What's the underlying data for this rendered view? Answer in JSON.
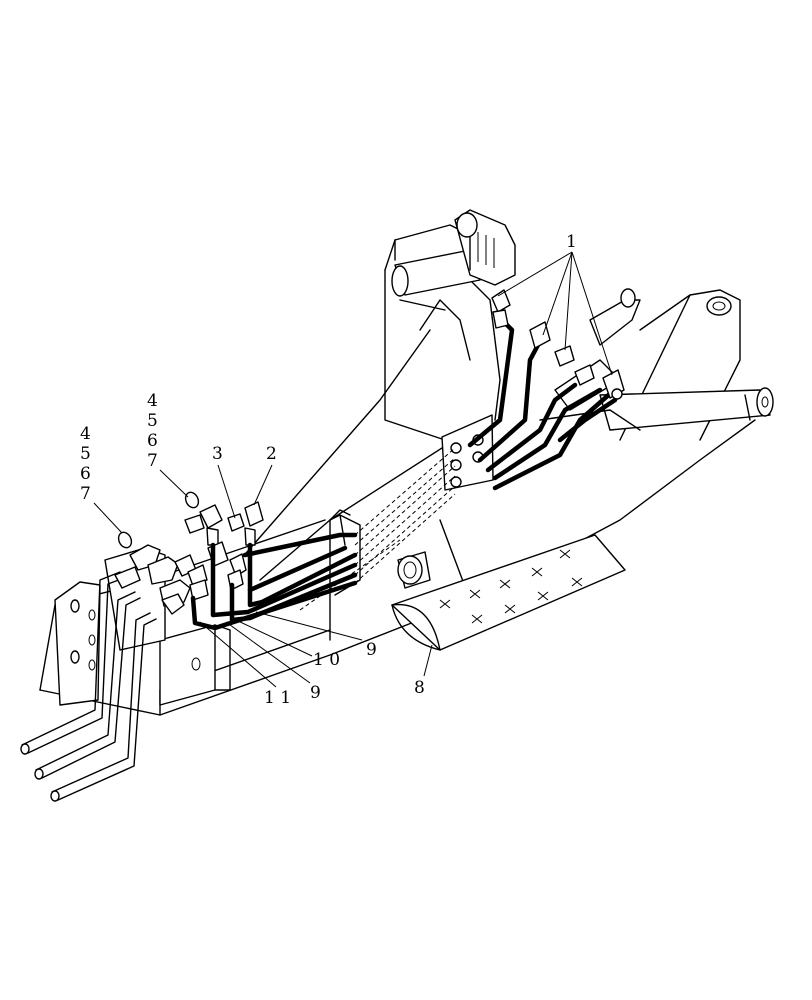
{
  "callouts": {
    "c1": "1",
    "c2": "2",
    "c3": "3",
    "stack_a": [
      "4",
      "5",
      "6",
      "7"
    ],
    "stack_b": [
      "4",
      "5",
      "6",
      "7"
    ],
    "c8": "8",
    "c9a": "9",
    "c9b": "9",
    "c10": "1 0",
    "c11": "1 1"
  }
}
